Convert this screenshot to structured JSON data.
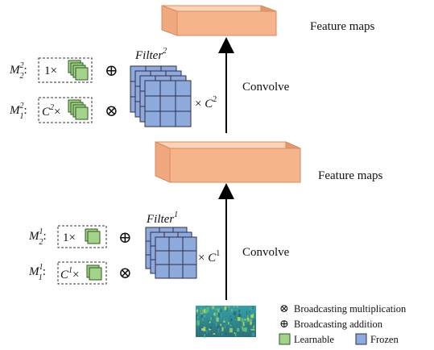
{
  "colors": {
    "feature_map_front": "#f5b48c",
    "feature_map_top": "#fbd3b8",
    "feature_map_side": "#e09a70",
    "feature_map_stroke": "#d98a5e",
    "filter_fill": "#8ea9dc",
    "filter_stroke": "#2e2e4a",
    "learnable_fill": "#a3d28a",
    "learnable_stroke": "#2f5a22",
    "arrow": "#000000"
  },
  "labels": {
    "feature_maps_top": "Feature maps",
    "feature_maps_mid": "Feature maps",
    "convolve_top": "Convolve",
    "convolve_bottom": "Convolve"
  },
  "layer2": {
    "filter_label": "Filter",
    "filter_sup": "2",
    "times": "×",
    "C": "C",
    "C_sup": "2",
    "M2_base": "M",
    "M2_sup": "2",
    "M2_sub": "2",
    "M2_prefix": "1×",
    "M1_base": "M",
    "M1_sup": "2",
    "M1_sub": "1",
    "M1_C": "C",
    "M1_C_sup": "2",
    "M1_times": "×",
    "add_symbol": "⊕",
    "mul_symbol": "⊗"
  },
  "layer1": {
    "filter_label": "Filter",
    "filter_sup": "1",
    "times": "×",
    "C": "C",
    "C_sup": "1",
    "M2_base": "M",
    "M2_sup": "1",
    "M2_sub": "2",
    "M2_prefix": "1×",
    "M1_base": "M",
    "M1_sup": "1",
    "M1_sub": "1",
    "M1_C": "C",
    "M1_C_sup": "1",
    "M1_times": "×",
    "add_symbol": "⊕",
    "mul_symbol": "⊗"
  },
  "legend": {
    "mul_icon": "⊗",
    "mul_text": "Broadcasting multiplication",
    "add_icon": "⊕",
    "add_text": "Broadcasting addition",
    "learnable_text": "Learnable",
    "frozen_text": "Frozen"
  }
}
